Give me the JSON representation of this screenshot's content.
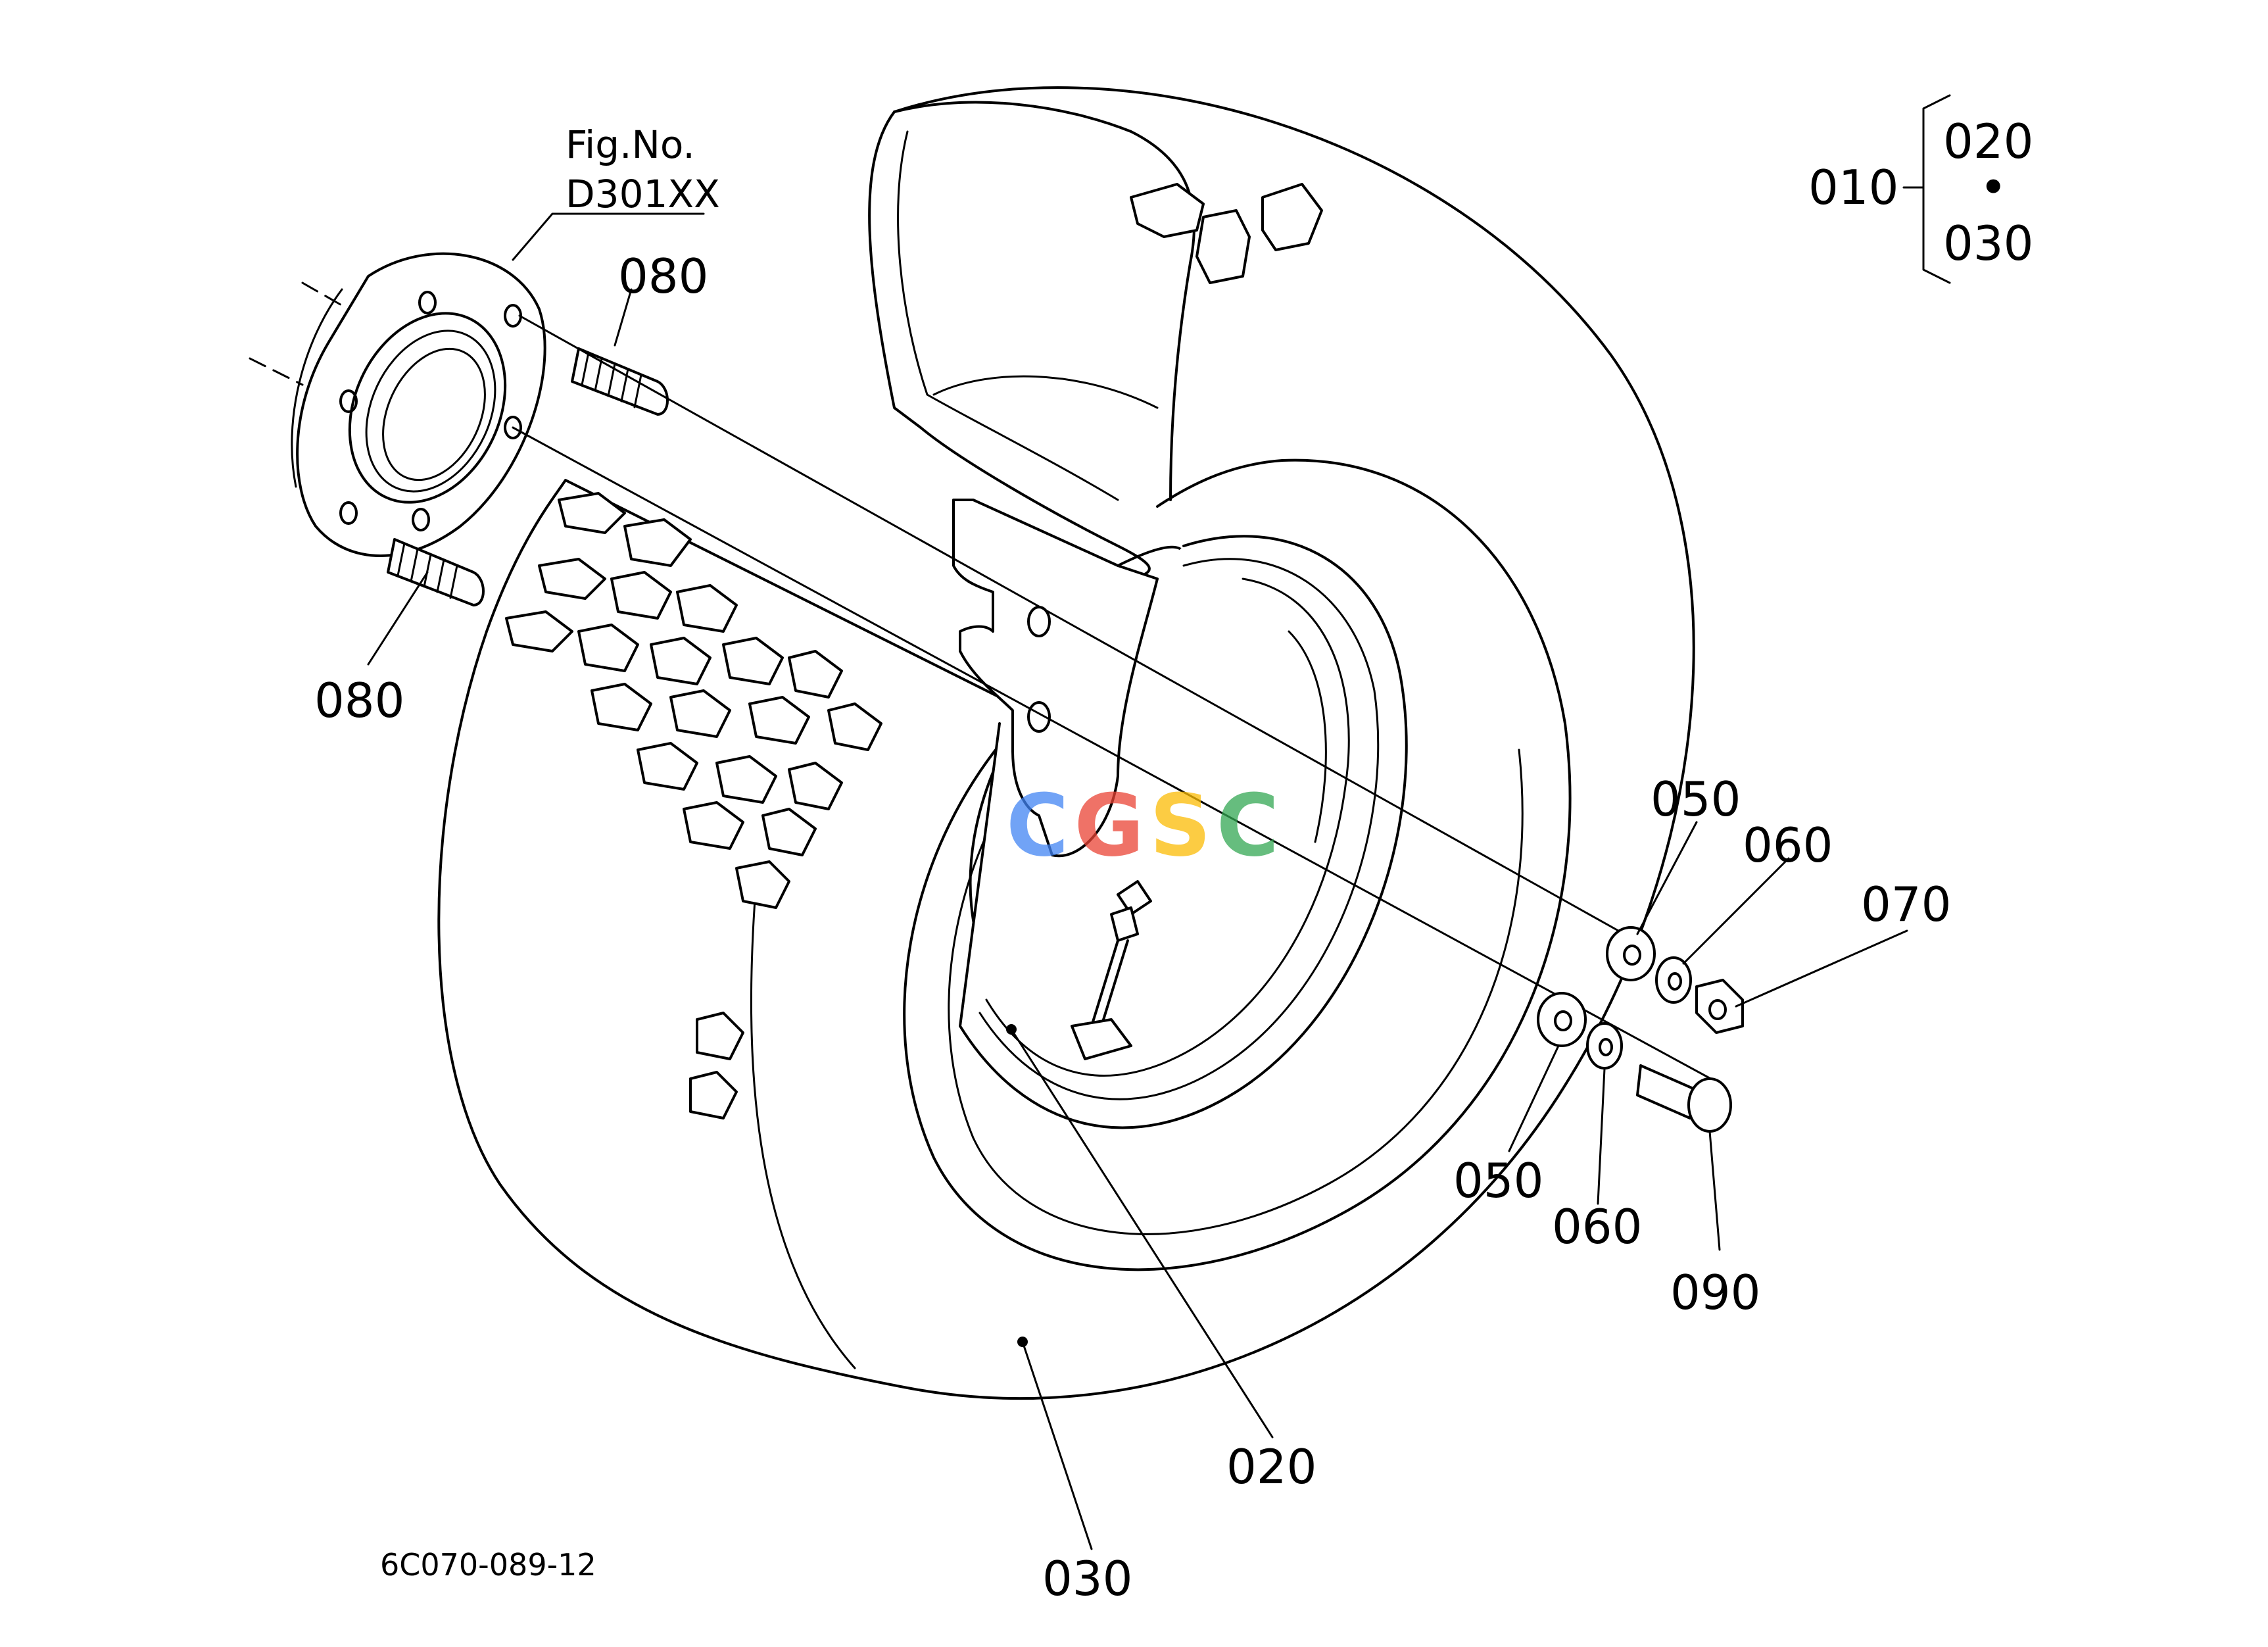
{
  "fig_ref": {
    "line1": "Fig.No.",
    "line2": "D301XX"
  },
  "callouts": {
    "c080_top": "080",
    "c080_left": "080",
    "c050_top": "050",
    "c060_top": "060",
    "c070": "070",
    "c050_bottom": "050",
    "c060_bottom": "060",
    "c090": "090",
    "c020": "020",
    "c030": "030"
  },
  "assembly_key": {
    "parent": "010",
    "child_a": "020",
    "child_b": "030",
    "dot": "•"
  },
  "watermark": {
    "text": "CGSC",
    "colors": [
      "#4285F4",
      "#EA4335",
      "#FBBC05",
      "#34A853"
    ]
  },
  "drawing_code": "6C070-089-12"
}
